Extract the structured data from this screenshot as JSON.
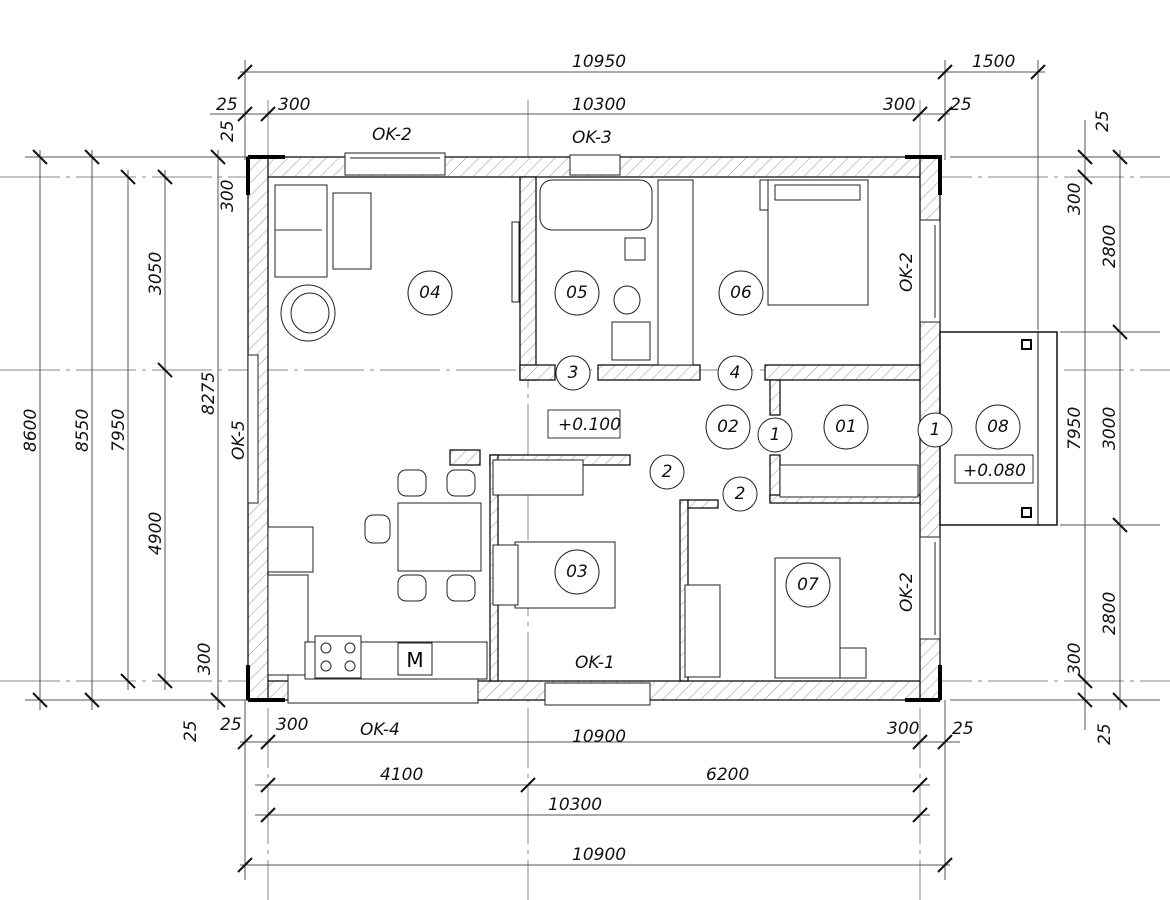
{
  "dimensions": {
    "top": {
      "overall": "10950",
      "balcony": "1500",
      "left_offset": "25",
      "left_wall": "300",
      "inner": "10300",
      "right_wall": "300",
      "right_offset": "25"
    },
    "bottom": {
      "left_offset": "25",
      "left_wall": "300",
      "overall_wall": "10900",
      "right_wall": "300",
      "right_offset": "25",
      "left_part": "4100",
      "right_part": "6200",
      "inner": "10300",
      "overall": "10900"
    },
    "left": {
      "overall": "8600",
      "second": "8550",
      "third": "7950",
      "upper": "3050",
      "lower": "4900",
      "inner": "8275",
      "top_offset": "25",
      "top_wall": "300",
      "bottom_wall": "300",
      "bottom_offset": "25"
    },
    "right": {
      "top_offset": "25",
      "top_wall": "300",
      "upper": "2800",
      "balcony_depth": "7950",
      "middle": "3000",
      "lower": "2800",
      "bottom_wall": "300",
      "bottom_offset": "25"
    }
  },
  "rooms": [
    "04",
    "05",
    "06",
    "02",
    "01",
    "08",
    "03",
    "07"
  ],
  "doors": [
    "3",
    "4",
    "1",
    "1",
    "2",
    "2"
  ],
  "windows": {
    "top_left": "OK-2",
    "top_mid": "OK-3",
    "right_upper": "OK-2",
    "right_lower": "OK-2",
    "left": "OK-5",
    "bottom_mid": "OK-1",
    "bottom_left": "OK-4"
  },
  "levels": {
    "hall": "+0.100",
    "balcony": "+0.080"
  },
  "appliance": {
    "microwave": "M"
  }
}
